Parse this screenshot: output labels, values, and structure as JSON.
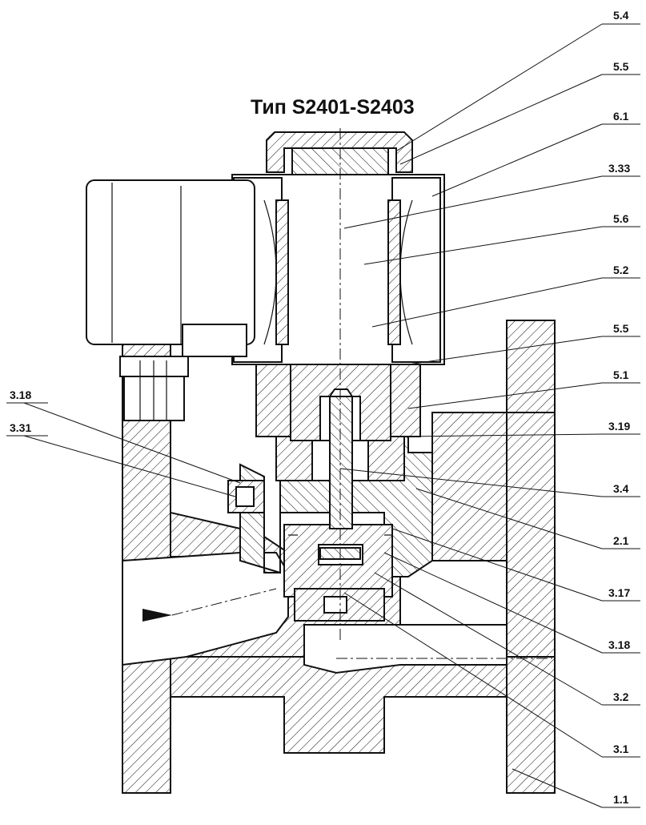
{
  "title": "Тип S2401-S2403",
  "labels_right": [
    "5.4",
    "5.5",
    "6.1",
    "3.33",
    "5.6",
    "5.2",
    "5.5",
    "5.1",
    "3.19",
    "3.4",
    "2.1",
    "3.17",
    "3.18",
    "3.2",
    "3.1",
    "1.1"
  ],
  "labels_left": [
    "3.18",
    "3.31"
  ]
}
